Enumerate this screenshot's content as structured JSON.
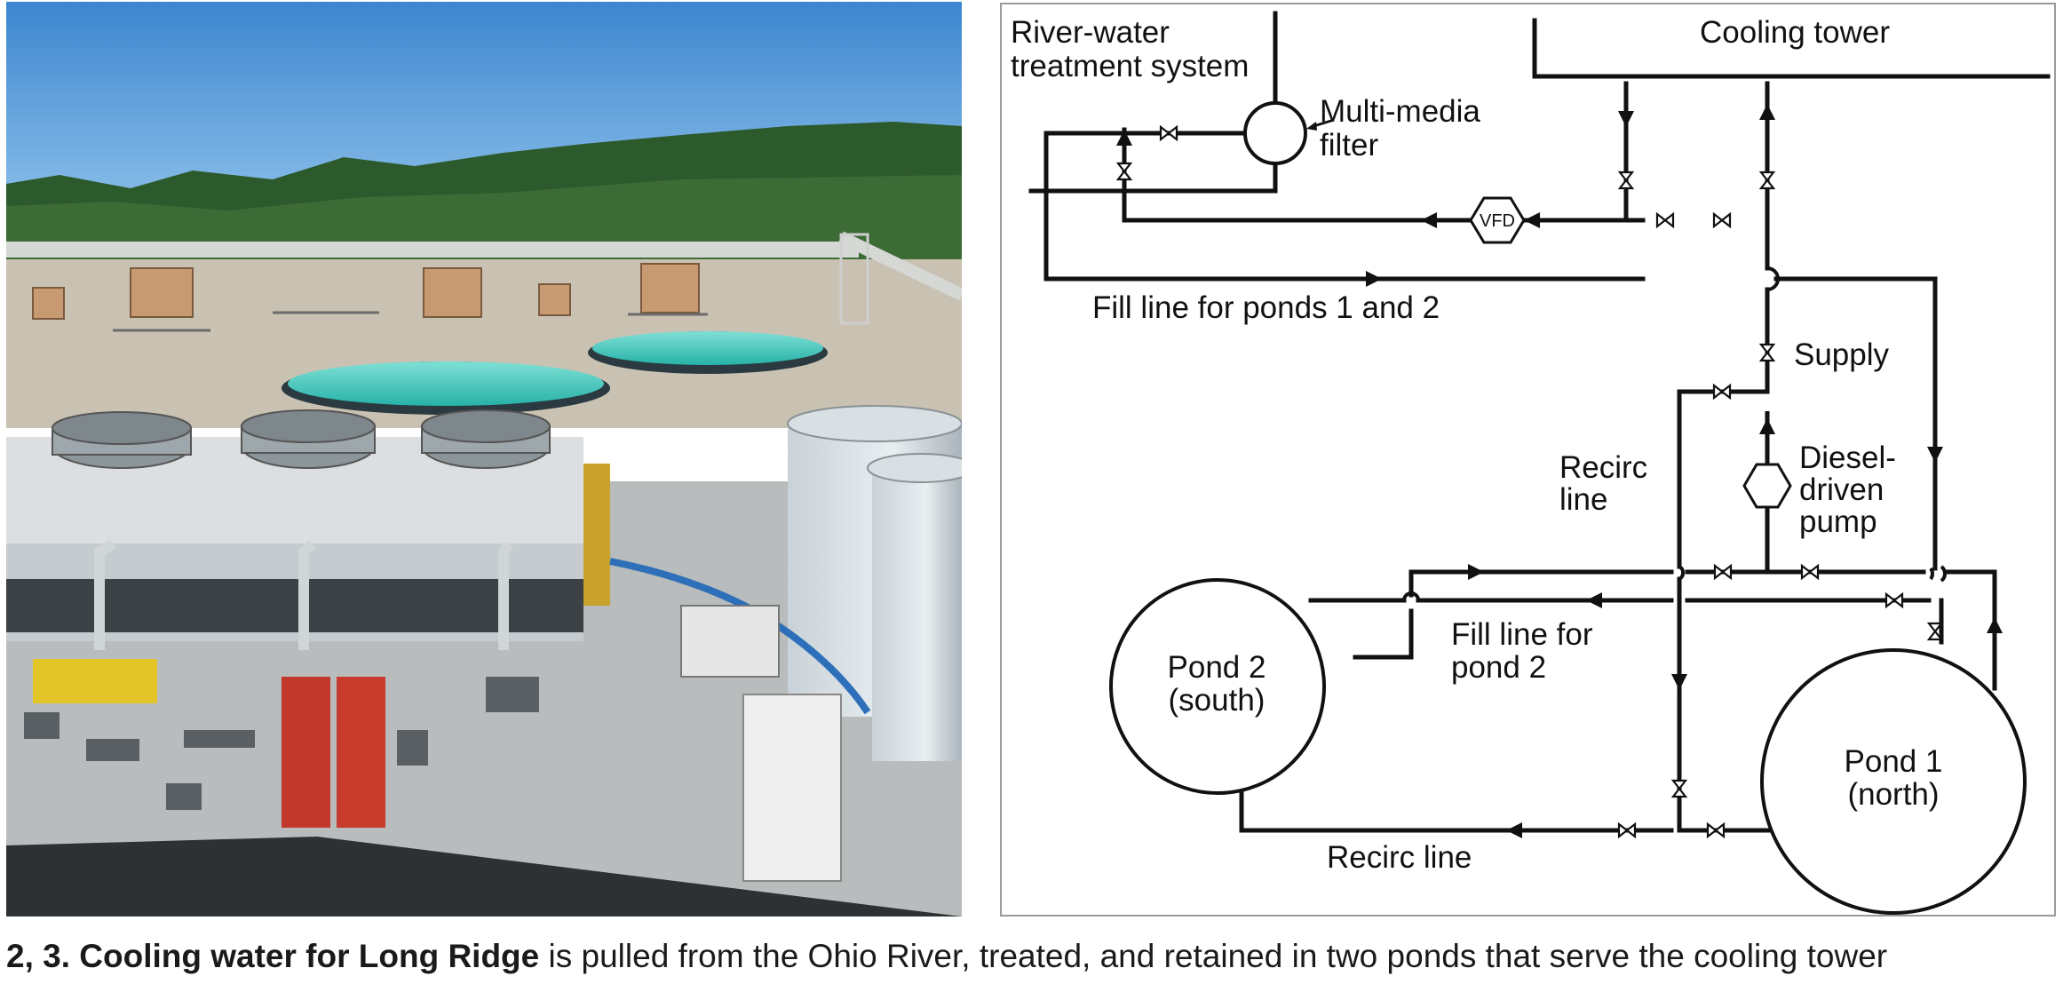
{
  "diagram": {
    "labels": {
      "treatment_line1": "River-water",
      "treatment_line2": "treatment system",
      "filter_line1": "Multi-media",
      "filter_line2": "filter",
      "cooling_tower": "Cooling tower",
      "vfd": "VFD",
      "fill_ponds_1_2": "Fill line for ponds 1 and 2",
      "supply": "Supply",
      "recirc_line1": "Recirc",
      "recirc_line2": "line",
      "pump_line1": "Diesel-",
      "pump_line2": "driven",
      "pump_line3": "pump",
      "fill_pond2_line1": "Fill line for",
      "fill_pond2_line2": "pond 2",
      "pond2_line1": "Pond 2",
      "pond2_line2": "(south)",
      "pond1_line1": "Pond 1",
      "pond1_line2": "(north)",
      "recirc_bottom": "Recirc line"
    }
  },
  "caption": {
    "lead": "2, 3. Cooling water for Long Ridge",
    "text": " is pulled from the Ohio River, treated, and retained in two ponds that serve the cooling tower"
  }
}
